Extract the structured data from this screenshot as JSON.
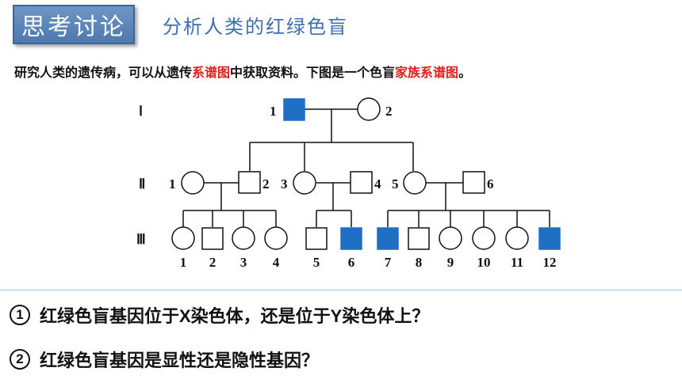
{
  "header": {
    "badge": "思考讨论",
    "subtitle": "分析人类的红绿色盲"
  },
  "intro": {
    "part1": "研究人类的遗传病，可以从遗传",
    "highlight1": "系谱图",
    "part2": "中获取资料。下图是一个色盲",
    "highlight2": "家族系谱图",
    "part3": "。"
  },
  "colors": {
    "affected": "#1f6fc5",
    "highlight": "#e0201e",
    "badge": "#5b85b8",
    "subtitle": "#3d6fb0"
  },
  "pedigree": {
    "generations": [
      "Ⅰ",
      "Ⅱ",
      "Ⅲ"
    ],
    "gen1": [
      {
        "id": "1",
        "sex": "male",
        "affected": true
      },
      {
        "id": "2",
        "sex": "female",
        "affected": false
      }
    ],
    "gen2": [
      {
        "id": "1",
        "sex": "female",
        "affected": false
      },
      {
        "id": "2",
        "sex": "male",
        "affected": false
      },
      {
        "id": "3",
        "sex": "female",
        "affected": false
      },
      {
        "id": "4",
        "sex": "male",
        "affected": false
      },
      {
        "id": "5",
        "sex": "female",
        "affected": false
      },
      {
        "id": "6",
        "sex": "male",
        "affected": false
      }
    ],
    "gen3": [
      {
        "id": "1",
        "sex": "female",
        "affected": false
      },
      {
        "id": "2",
        "sex": "male",
        "affected": false
      },
      {
        "id": "3",
        "sex": "female",
        "affected": false
      },
      {
        "id": "4",
        "sex": "female",
        "affected": false
      },
      {
        "id": "5",
        "sex": "male",
        "affected": false
      },
      {
        "id": "6",
        "sex": "male",
        "affected": true
      },
      {
        "id": "7",
        "sex": "male",
        "affected": true
      },
      {
        "id": "8",
        "sex": "male",
        "affected": false
      },
      {
        "id": "9",
        "sex": "female",
        "affected": false
      },
      {
        "id": "10",
        "sex": "female",
        "affected": false
      },
      {
        "id": "11",
        "sex": "female",
        "affected": false
      },
      {
        "id": "12",
        "sex": "male",
        "affected": true
      }
    ]
  },
  "questions": [
    {
      "num": "1",
      "text": "红绿色盲基因位于X染色体，还是位于Y染色体上？"
    },
    {
      "num": "2",
      "text": "红绿色盲基因是显性还是隐性基因？"
    }
  ]
}
